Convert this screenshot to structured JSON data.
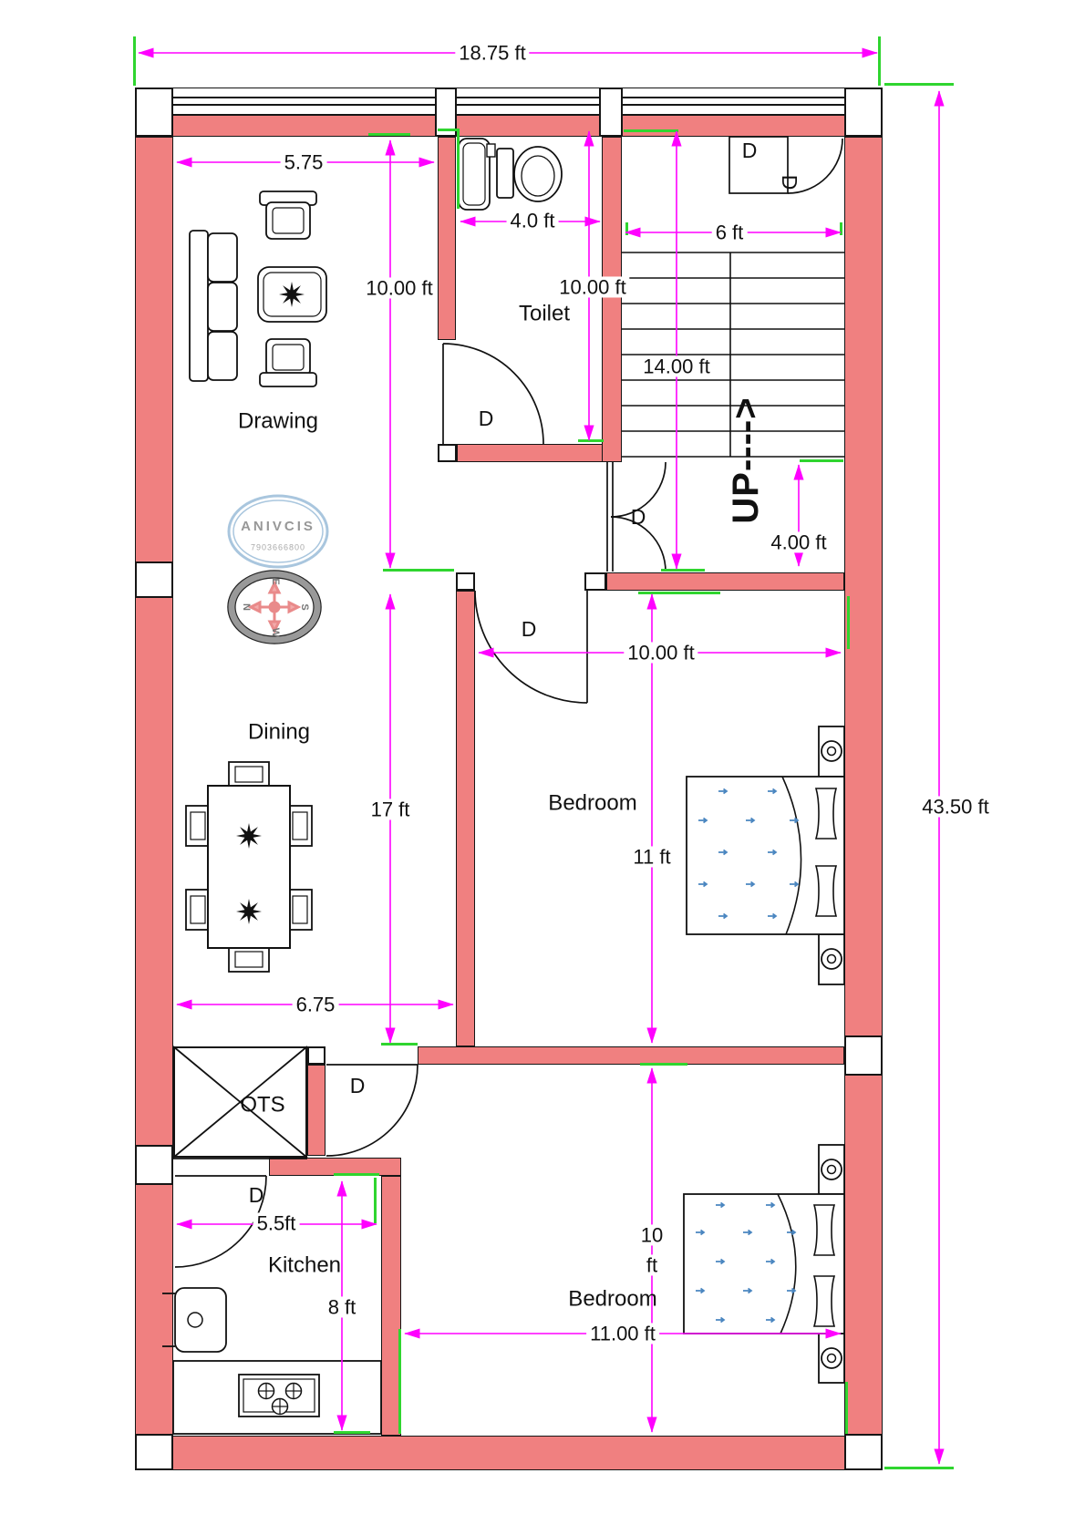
{
  "colors": {
    "wall": "#F08080",
    "dimension_line": "#FF00FF",
    "window_tick": "#2FD52F",
    "bed_arrow": "#4A86C0"
  },
  "overall": {
    "width": "18.75 ft",
    "height": "43.50 ft"
  },
  "labels": {
    "up": "UP---->",
    "door": "D"
  },
  "rooms": {
    "drawing": {
      "name": "Drawing",
      "width": "5.75",
      "height": "10.00 ft"
    },
    "toilet": {
      "name": "Toilet",
      "width": "4.0 ft",
      "height": "10.00 ft"
    },
    "stairs": {
      "width": "6 ft",
      "height": "14.00 ft",
      "landing": "4.00 ft"
    },
    "hall": {
      "width": "10.00 ft"
    },
    "bedroom1": {
      "name": "Bedroom",
      "height": "11 ft"
    },
    "dining": {
      "name": "Dining",
      "height": "17 ft",
      "width": "6.75"
    },
    "ots": {
      "name": "OTS"
    },
    "kitchen": {
      "name": "Kitchen",
      "width": "5.5ft",
      "height": "8 ft"
    },
    "bedroom2": {
      "name": "Bedroom",
      "height_value": "10",
      "height_unit": "ft",
      "width": "11.00 ft"
    }
  },
  "logo": {
    "brand": "ANIVCIS",
    "phone": "7903666800"
  },
  "compass": {
    "n": "N",
    "e": "E",
    "s": "S",
    "w": "W"
  }
}
